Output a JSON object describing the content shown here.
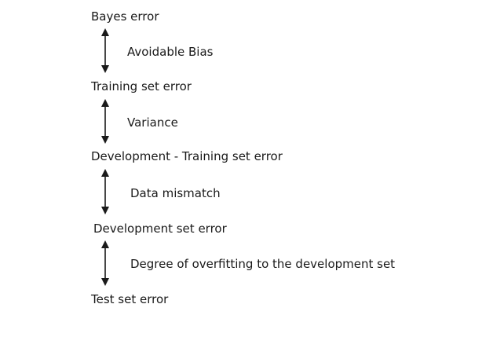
{
  "levels": [
    {
      "label": "Bayes error"
    },
    {
      "label": "Training set error"
    },
    {
      "label": "Development - Training set error"
    },
    {
      "label": "Development set error"
    },
    {
      "label": "Test set error"
    }
  ],
  "gaps": [
    {
      "label": "Avoidable Bias"
    },
    {
      "label": "Variance"
    },
    {
      "label": "Data mismatch"
    },
    {
      "label": "Degree of overfitting to the development set"
    }
  ]
}
